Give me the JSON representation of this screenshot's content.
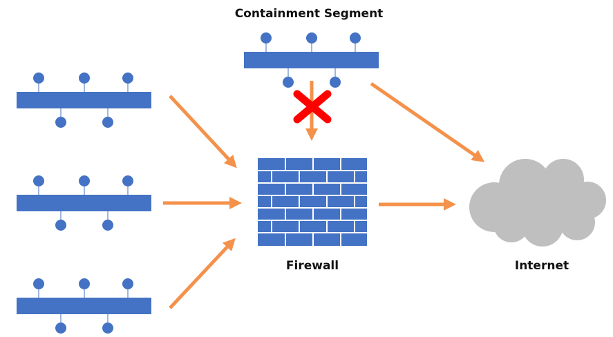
{
  "labels": {
    "containment": "Containment Segment",
    "firewall": "Firewall",
    "internet": "Internet"
  },
  "colors": {
    "segment_blue": "#4472c4",
    "arrow_orange": "#f4914a",
    "blocked_red": "#ff0000",
    "cloud_gray": "#bfbfbf",
    "firewall_blue": "#4472c4"
  },
  "icons": {
    "blocked": "red-x-icon",
    "firewall": "brick-wall-icon",
    "internet": "cloud-icon"
  }
}
